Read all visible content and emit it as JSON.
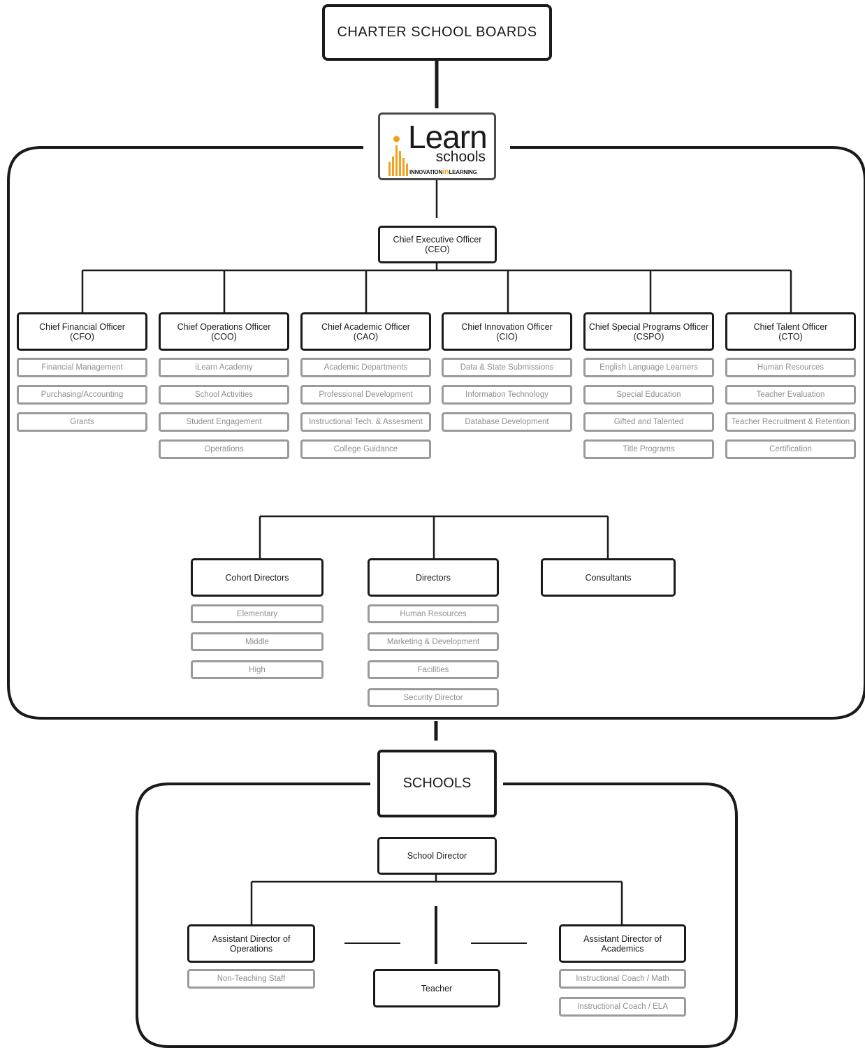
{
  "board": "CHARTER SCHOOL BOARDS",
  "logo": {
    "word": "Learn",
    "schools": "schools",
    "tag_pre": "INNOVATION",
    "tag_in": "in",
    "tag_post": "LEARNING",
    "accent": "#f3a11c",
    "icon": "ilearn-bars-logo"
  },
  "ceo": {
    "line1": "Chief Executive Officer",
    "line2": "(CEO)"
  },
  "chiefs": [
    {
      "line1": "Chief Financial Officer",
      "line2": "(CFO)",
      "items": [
        "Financial Management",
        "Purchasing/Accounting",
        "Grants"
      ]
    },
    {
      "line1": "Chief Operations Officer",
      "line2": "(COO)",
      "items": [
        "iLearn Academy",
        "School Activities",
        "Student Engagement",
        "Operations"
      ]
    },
    {
      "line1": "Chief Academic Officer",
      "line2": "(CAO)",
      "items": [
        "Academic Departments",
        "Professional Development",
        "Instructional Tech. & Assesment",
        "College Guidance"
      ]
    },
    {
      "line1": "Chief Innovation Officer",
      "line2": "(CIO)",
      "items": [
        "Data & State Submissions",
        "Information Technology",
        "Database Development"
      ]
    },
    {
      "line1": "Chief Special Programs Officer",
      "line2": "(CSPO)",
      "items": [
        "English Language Learners",
        "Special Education",
        "Gifted and Talented",
        "Title Programs"
      ]
    },
    {
      "line1": "Chief Talent Officer",
      "line2": "(CTO)",
      "items": [
        "Human Resources",
        "Teacher Evaluation",
        "Teacher Recruitment & Retention",
        "Certification"
      ]
    }
  ],
  "groups": [
    {
      "title": "Cohort Directors",
      "items": [
        "Elementary",
        "Middle",
        "High"
      ]
    },
    {
      "title": "Directors",
      "items": [
        "Human Resources",
        "Marketing & Development",
        "Facilities",
        "Security Director"
      ]
    },
    {
      "title": "Consultants",
      "items": []
    }
  ],
  "schools": "SCHOOLS",
  "school_director": "School Director",
  "asst_ops": {
    "line1": "Assistant Director of",
    "line2": "Operations",
    "items": [
      "Non-Teaching Staff"
    ]
  },
  "teacher": "Teacher",
  "asst_acad": {
    "line1": "Assistant Director of",
    "line2": "Academics",
    "items": [
      "Instructional Coach / Math",
      "Instructional Coach / ELA"
    ]
  }
}
